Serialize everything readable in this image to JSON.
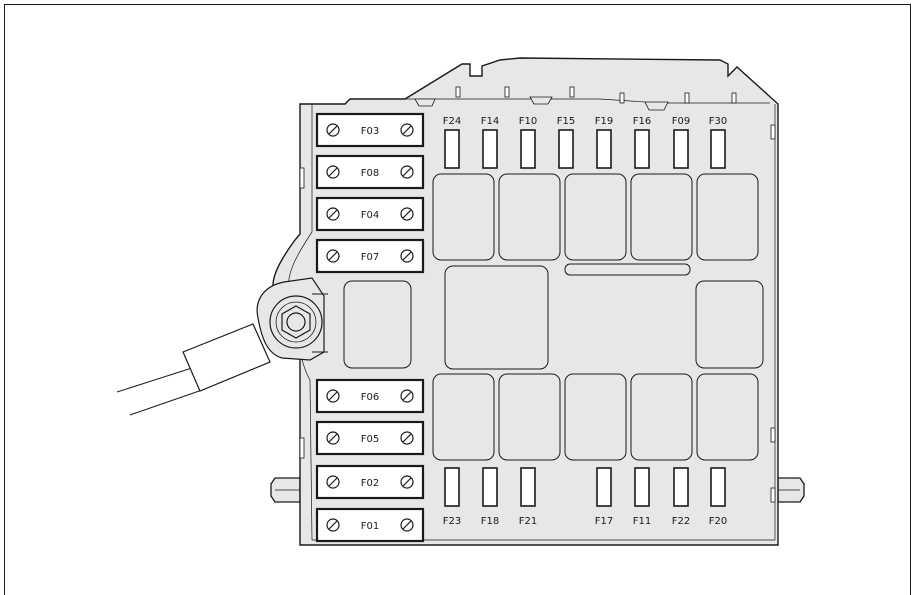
{
  "diagram": {
    "title": "",
    "left_fuses": [
      "F03",
      "F08",
      "F04",
      "F07",
      "F06",
      "F05",
      "F02",
      "F01"
    ],
    "top_fuses": [
      "F24",
      "F14",
      "F10",
      "F15",
      "F19",
      "F16",
      "F09",
      "F30"
    ],
    "bottom_fuses": [
      "F23",
      "F18",
      "F21",
      "F17",
      "F11",
      "F22",
      "F20"
    ],
    "colors": {
      "line": "#1a1a1a",
      "panel": "#e6e7e8",
      "slot": "#ffffff",
      "background": "#ffffff"
    }
  }
}
